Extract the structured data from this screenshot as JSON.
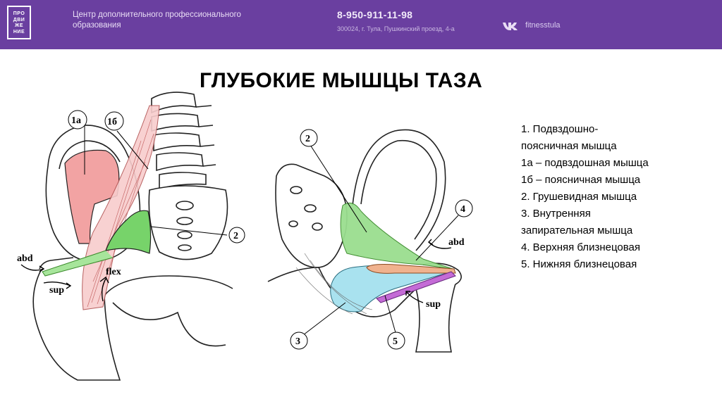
{
  "header": {
    "logo_lines": [
      "ПРО",
      "ДВИ",
      "ЖЕ",
      "НИЕ"
    ],
    "org_line1": "Центр дополнительного профессионального",
    "org_line2": "образования",
    "phone": "8-950-911-11-98",
    "address": "300024, г. Тула, Пушкинский проезд, 4-а",
    "social": "fitnesstula",
    "color": "#6a3fa0"
  },
  "title": "ГЛУБОКИЕ МЫШЦЫ ТАЗА",
  "legend": [
    "1. Подвздошно-",
    "поясничная мышца",
    "1а – подвздошная мышца",
    "1б – поясничная мышца",
    "2. Грушевидная мышца",
    "3. Внутренняя",
    "запирательная мышца",
    "4. Верхняя близнецовая",
    "5. Нижняя близнецовая"
  ],
  "figure_left": {
    "labels": {
      "l1a": "1а",
      "l1b": "1б",
      "l2": "2",
      "abd": "abd",
      "sup": "sup",
      "flex": "flex"
    }
  },
  "figure_right": {
    "labels": {
      "l2": "2",
      "l3": "3",
      "l4": "4",
      "l5": "5",
      "abd": "abd",
      "sup": "sup"
    }
  },
  "colors": {
    "iliacus": "#f2a3a3",
    "psoas": "#f4b9b9",
    "piriformis": "#77d36a",
    "obturator": "#a9e2ef",
    "gemellus_sup": "#f0b28e",
    "gemellus_inf": "#c46bd6"
  }
}
